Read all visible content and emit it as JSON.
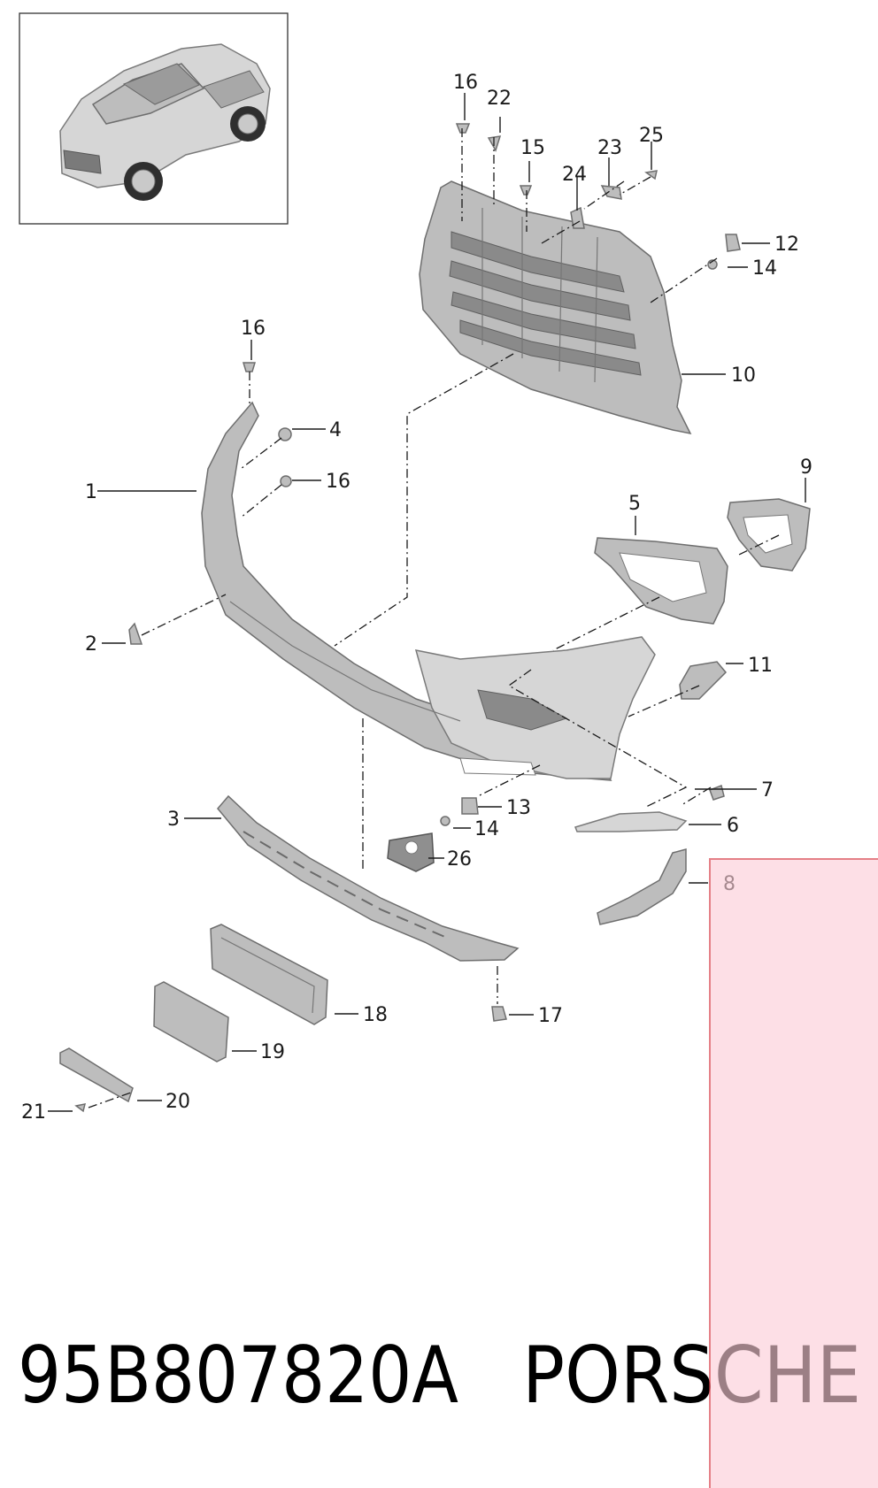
{
  "diagram": {
    "part_number": "95B807820A",
    "brand": "PORSCHE",
    "callouts": [
      "1",
      "2",
      "3",
      "4",
      "5",
      "6",
      "7",
      "8",
      "9",
      "10",
      "11",
      "12",
      "13",
      "14",
      "15",
      "16",
      "17",
      "18",
      "19",
      "20",
      "21",
      "22",
      "23",
      "24",
      "25",
      "26"
    ],
    "repeat_callouts": {
      "16": [
        "16",
        "16",
        "16"
      ],
      "14": [
        "14",
        "14"
      ]
    },
    "highlight_color": "#fccdd7",
    "highlight_border_color": "#d6343f"
  }
}
